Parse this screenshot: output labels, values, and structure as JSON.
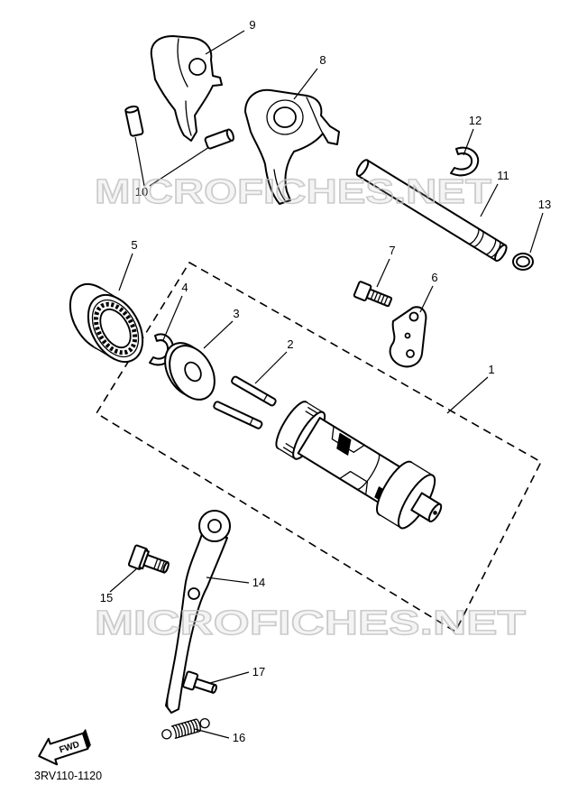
{
  "watermark": "MICROFICHES.NET",
  "callouts": [
    "1",
    "2",
    "3",
    "4",
    "5",
    "6",
    "7",
    "8",
    "9",
    "10",
    "11",
    "12",
    "13",
    "14",
    "15",
    "16",
    "17"
  ],
  "fwd_label": "FWD",
  "diagram_code": "3RV110-1120",
  "colors": {
    "line": "#000000",
    "background": "#ffffff",
    "watermark": "#c2c2c2"
  }
}
